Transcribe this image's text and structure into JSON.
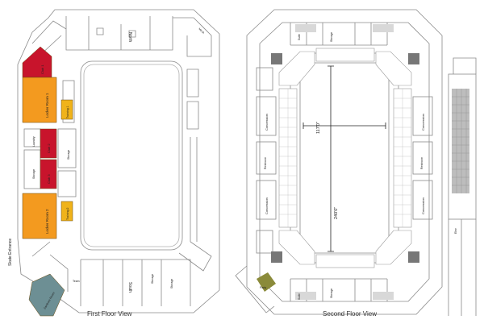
{
  "first_floor": {
    "caption": "First Floor View",
    "labels": {
      "north": "North",
      "south": "South",
      "skate_entrance": "Skate Entrance",
      "locker_room_1": "Locker Room 1",
      "locker_room_2": "Locker Room 2",
      "club_1": "Club 1",
      "club_2": "Club 2",
      "club_3": "Club 3",
      "training_1": "Training 1",
      "training_2": "Training 2",
      "storage": "Storage",
      "laundry": "Laundry",
      "zamboni_room": "Zamboni Room",
      "team": "Team",
      "mech": "Mech"
    },
    "colors": {
      "locker": "#f39a1f",
      "club": "#c8142c",
      "training": "#f0b31a",
      "zamboni": "#6d8f94",
      "wall": "#8a8a8a"
    }
  },
  "second_floor": {
    "caption": "Second Floor View",
    "labels": {
      "width_dim": "117'0\"",
      "length_dim": "240'0\"",
      "concession": "Concession",
      "restroom": "Restroom",
      "storage": "Storage",
      "suite": "Suite",
      "party": "Party",
      "elev": "Elev"
    },
    "colors": {
      "seating": "#9a9a9a",
      "stairs": "#777777",
      "highlight": "#8a8a3a"
    }
  }
}
